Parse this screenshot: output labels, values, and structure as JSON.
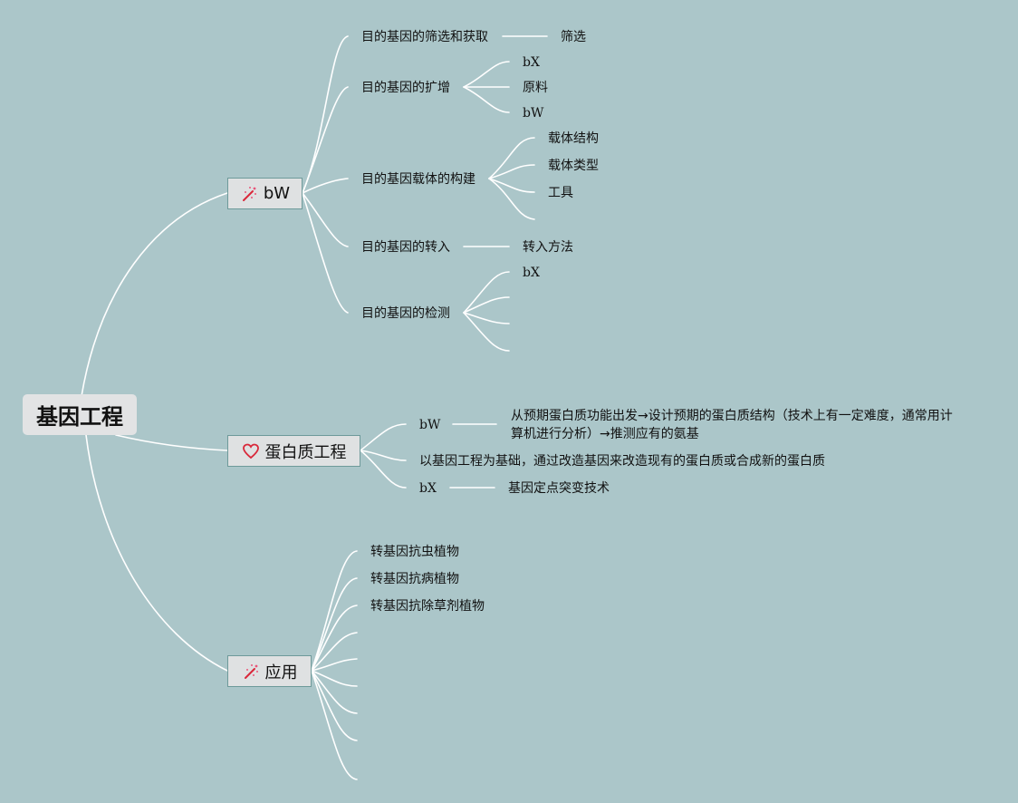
{
  "root": {
    "label": "基因工程"
  },
  "branch1": {
    "label": "bW",
    "icon": "magic-wand-icon",
    "children": {
      "c1": {
        "label": "目的基因的筛选和获取",
        "leaf1": "筛选"
      },
      "c2": {
        "label": "目的基因的扩增",
        "leaf1": "bX",
        "leaf2": "原料",
        "leaf3": "bW"
      },
      "c3": {
        "label": "目的基因载体的构建",
        "leaf1": "载体结构",
        "leaf2": "载体类型",
        "leaf3": "工具"
      },
      "c4": {
        "label": "目的基因的转入",
        "leaf1": "转入方法"
      },
      "c5": {
        "label": "目的基因的检测",
        "leaf1": "bX"
      }
    }
  },
  "branch2": {
    "label": "蛋白质工程",
    "icon": "heart-icon",
    "children": {
      "c1": {
        "label": "bW",
        "leaf1": "从预期蛋白质功能出发→设计预期的蛋白质结构（技术上有一定难度，通常用计算机进行分析）→推测应有的氨基"
      },
      "c2": {
        "label": "以基因工程为基础，通过改造基因来改造现有的蛋白质或合成新的蛋白质"
      },
      "c3": {
        "label": "bX",
        "leaf1": "基因定点突变技术"
      }
    }
  },
  "branch3": {
    "label": "应用",
    "icon": "magic-wand-icon",
    "children": {
      "c1": {
        "label": "转基因抗虫植物"
      },
      "c2": {
        "label": "转基因抗病植物"
      },
      "c3": {
        "label": "转基因抗除草剂植物"
      }
    }
  },
  "colors": {
    "background": "#abc6c9",
    "link": "#ffffff",
    "node_fill": "#dfe1e2",
    "icon_red": "#d9283a"
  }
}
